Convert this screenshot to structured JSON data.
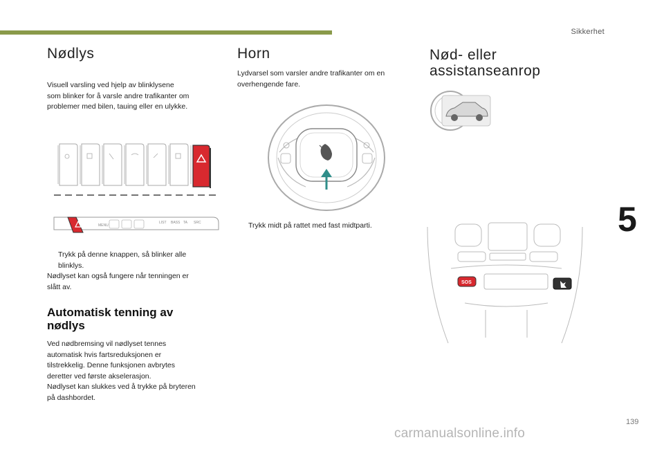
{
  "header": {
    "section": "Sikkerhet"
  },
  "chapter_number": "5",
  "page_number": "139",
  "watermark": "carmanualsonline.info",
  "col1": {
    "title": "Nødlys",
    "intro": [
      "Visuell varsling ved hjelp av blinklysene",
      "som blinker for å varsle andre trafikanter om",
      "problemer med bilen, tauing eller en ulykke."
    ],
    "console_labels": [
      "MENU",
      "LIST",
      "BASS",
      "TA",
      "SRC"
    ],
    "bullet_glyph": "",
    "bullet_lines": [
      "Trykk på denne knappen, så blinker alle",
      "blinklys."
    ],
    "note": [
      "Nødlyset kan også fungere når tenningen er",
      "slått av."
    ],
    "subtitle_lines": [
      "Automatisk tenning av",
      "nødlys"
    ],
    "body": [
      "Ved nødbremsing vil nødlyset tennes",
      "automatisk hvis fartsreduksjonen er",
      "tilstrekkelig. Denne funksjonen avbrytes",
      "deretter ved første akselerasjon.",
      "Nødlyset kan slukkes ved å trykke på bryteren",
      "på dashbordet."
    ]
  },
  "col2": {
    "title": "Horn",
    "intro": [
      "Lydvarsel som varsler andre trafikanter om en",
      "overhengende fare."
    ],
    "bullet_glyph": "",
    "bullet": "Trykk midt på rattet med fast midtparti."
  },
  "col3": {
    "title_lines": [
      "Nød- eller",
      "assistanseanrop"
    ],
    "sos_label": "SOS"
  },
  "colors": {
    "accent_bar": "#8a9a4a",
    "hazard_red": "#d8292f",
    "arrow_teal": "#2f8e8a"
  }
}
